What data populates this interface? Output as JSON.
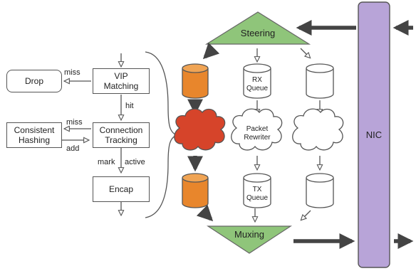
{
  "left_pipeline": {
    "drop": "Drop",
    "vip_matching": "VIP\nMatching",
    "consistent_hashing": "Consistent\nHashing",
    "connection_tracking": "Connection\nTracking",
    "encap": "Encap",
    "edge_miss_top": "miss",
    "edge_hit": "hit",
    "edge_miss_mid": "miss",
    "edge_add": "add",
    "edge_mark": "mark",
    "edge_active": "active"
  },
  "right_pipeline": {
    "steering": "Steering",
    "muxing": "Muxing",
    "nic": "NIC",
    "rx_queue": "RX\nQueue",
    "packet_rewriter": "Packet\nRewriter",
    "tx_queue": "TX\nQueue"
  },
  "colors": {
    "orange": "#e8862c",
    "red_cloud": "#d6442a",
    "green": "#8fc57a",
    "purple": "#b8a4d8",
    "dark_arrow": "#444444"
  }
}
